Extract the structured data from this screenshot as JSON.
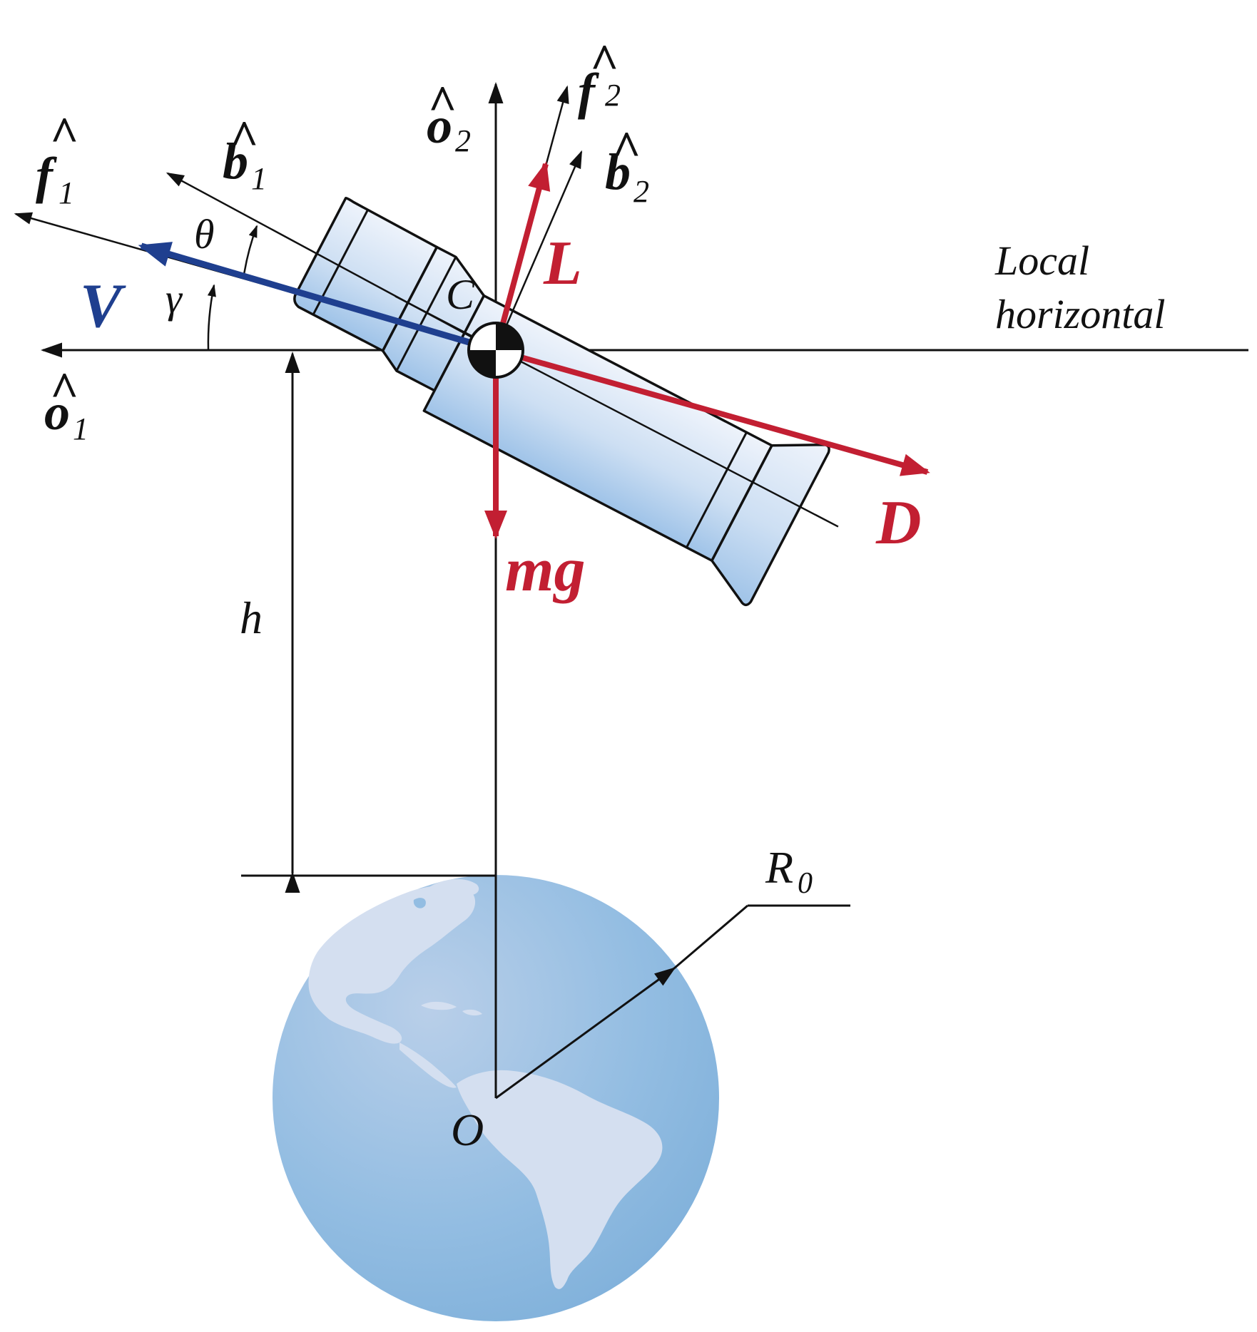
{
  "colors": {
    "force": "#c21f32",
    "velocity": "#1f3f8f",
    "line": "#111111",
    "earth_land": "#d4dff0",
    "earth_ocean": "#8bb6dc",
    "rocket_body": "#b8d2ee"
  },
  "labels": {
    "f1": {
      "letter": "f",
      "sub": "1"
    },
    "f2": {
      "letter": "f",
      "sub": "2"
    },
    "b1": {
      "letter": "b",
      "sub": "1"
    },
    "b2": {
      "letter": "b",
      "sub": "2"
    },
    "o1": {
      "letter": "o",
      "sub": "1"
    },
    "o2": {
      "letter": "o",
      "sub": "2"
    },
    "hat": "^",
    "theta": "θ",
    "gamma": "γ",
    "V": "V",
    "L": "L",
    "D": "D",
    "mg": "mg",
    "C": "C",
    "h": "h",
    "O": "O",
    "R0": {
      "letter": "R",
      "sub": "0"
    },
    "local_horizontal": [
      "Local",
      "horizontal"
    ]
  }
}
